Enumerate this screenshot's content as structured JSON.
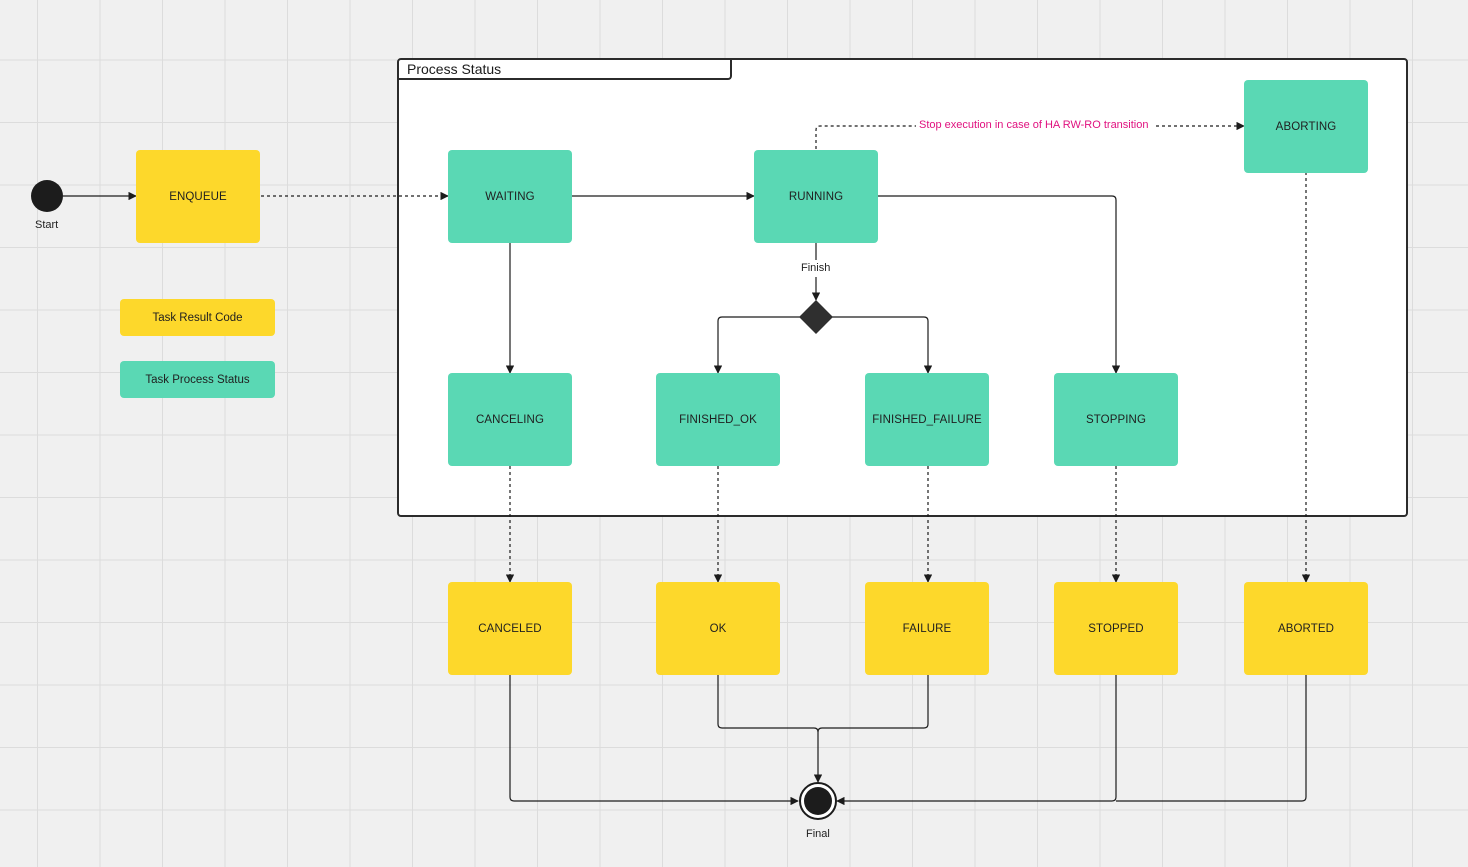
{
  "diagram": {
    "frame_title": "Process Status",
    "start_label": "Start",
    "final_label": "Final",
    "finish_label": "Finish",
    "transition_note": "Stop execution in case of HA RW-RO transition",
    "legend": {
      "result_code": "Task Result Code",
      "process_status": "Task Process Status"
    },
    "nodes": {
      "enqueue": "ENQUEUE",
      "waiting": "WAITING",
      "running": "RUNNING",
      "aborting": "ABORTING",
      "canceling": "CANCELING",
      "finished_ok": "FINISHED_OK",
      "finished_failure": "FINISHED_FAILURE",
      "stopping": "STOPPING",
      "canceled": "CANCELED",
      "ok": "OK",
      "failure": "FAILURE",
      "stopped": "STOPPED",
      "aborted": "ABORTED"
    },
    "colors": {
      "result_code": "#fdd82b",
      "process_status": "#5ad8b4",
      "note": "#e0117f"
    }
  }
}
